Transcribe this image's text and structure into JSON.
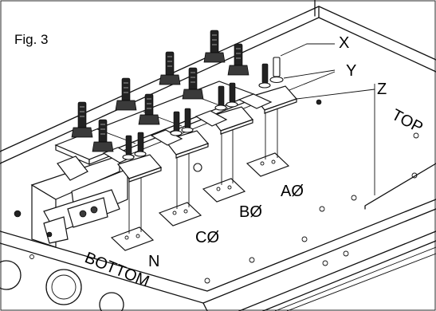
{
  "figure_label": "Fig. 3",
  "callouts": {
    "x": "X",
    "y": "Y",
    "z": "Z"
  },
  "edge_labels": {
    "top": "TOP",
    "bottom": "BOTTOM"
  },
  "phase_labels": {
    "a": "AØ",
    "b": "BØ",
    "c": "CØ",
    "n": "N"
  }
}
